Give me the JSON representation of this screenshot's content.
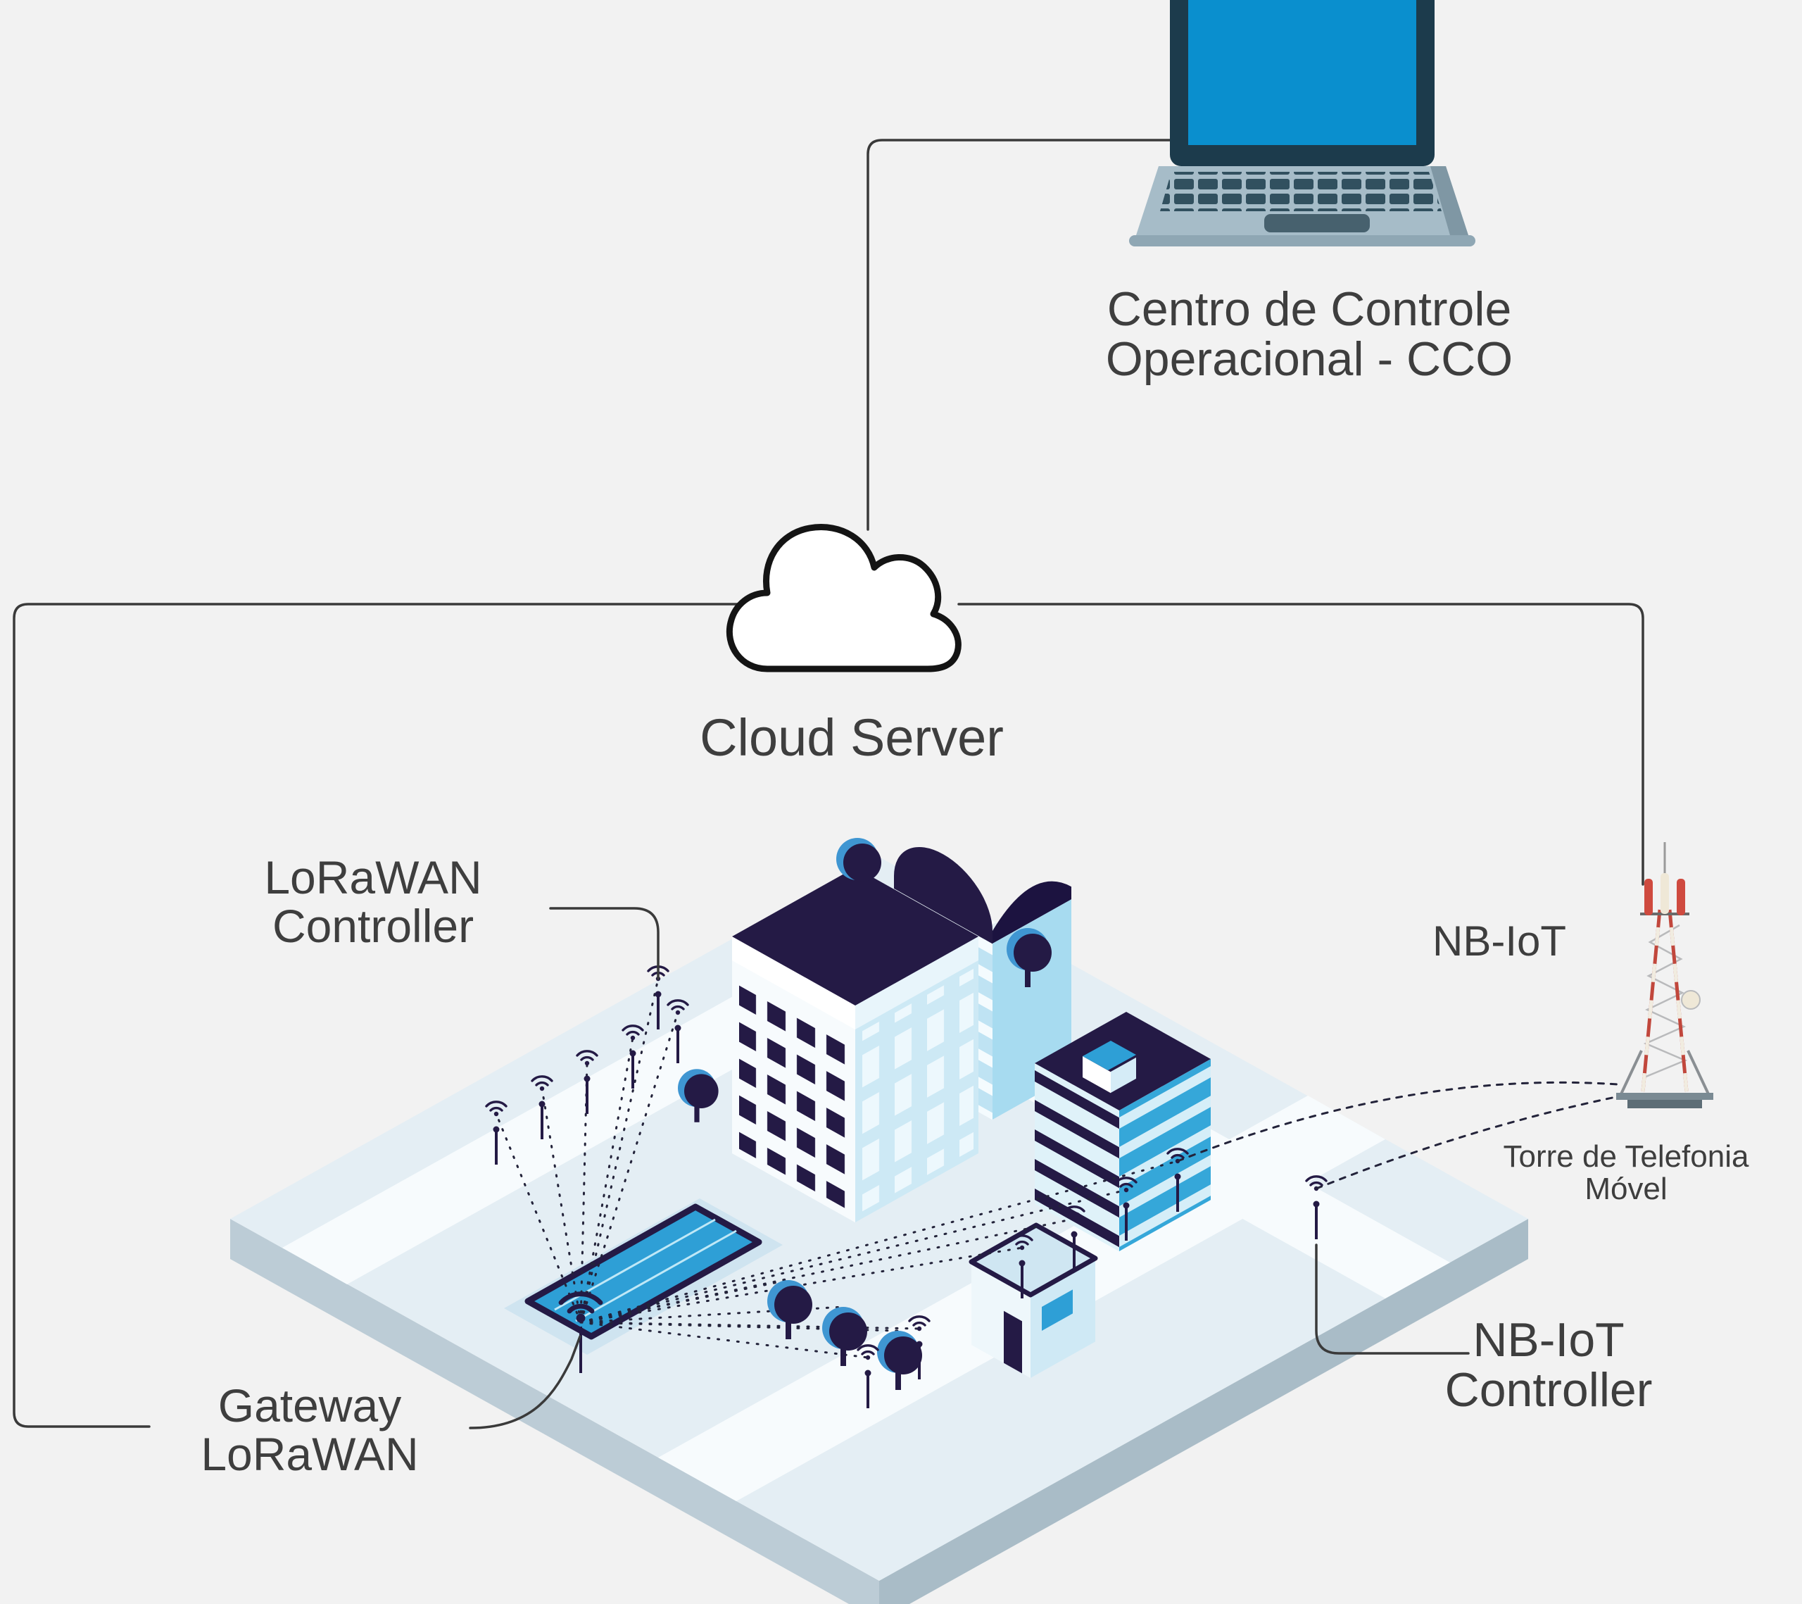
{
  "page": {
    "background": "#f2f2f2"
  },
  "labels": {
    "cco": {
      "line1": "Centro de Controle",
      "line2": "Operacional - CCO"
    },
    "cloud_server": {
      "text": "Cloud Server"
    },
    "lorawan_controller": {
      "line1": "LoRaWAN",
      "line2": "Controller"
    },
    "nb_iot": {
      "text": "NB-IoT"
    },
    "tower": {
      "line1": "Torre de Telefonia",
      "line2": "Móvel"
    },
    "nb_iot_controller": {
      "line1": "NB-IoT",
      "line2": "Controller"
    },
    "gateway": {
      "line1": "Gateway",
      "line2": "LoRaWAN"
    }
  },
  "icons": {
    "operations_center": "laptop-icon",
    "cloud": "cloud-icon",
    "cell_tower": "cell-tower-icon",
    "gateway": "wifi-gateway-icon",
    "street_lamp": "street-lamp-icon",
    "tree": "tree-icon",
    "city": "smart-city-illustration"
  },
  "colors": {
    "background": "#f2f2f2",
    "screen_blue": "#0a8fce",
    "navy": "#241a45",
    "building_light_blue": "#cde9f5",
    "water_blue": "#2e9fd6",
    "tower_red": "#cf4a3f",
    "connector_line": "#3a3a3a",
    "text": "#3e3e3e"
  }
}
